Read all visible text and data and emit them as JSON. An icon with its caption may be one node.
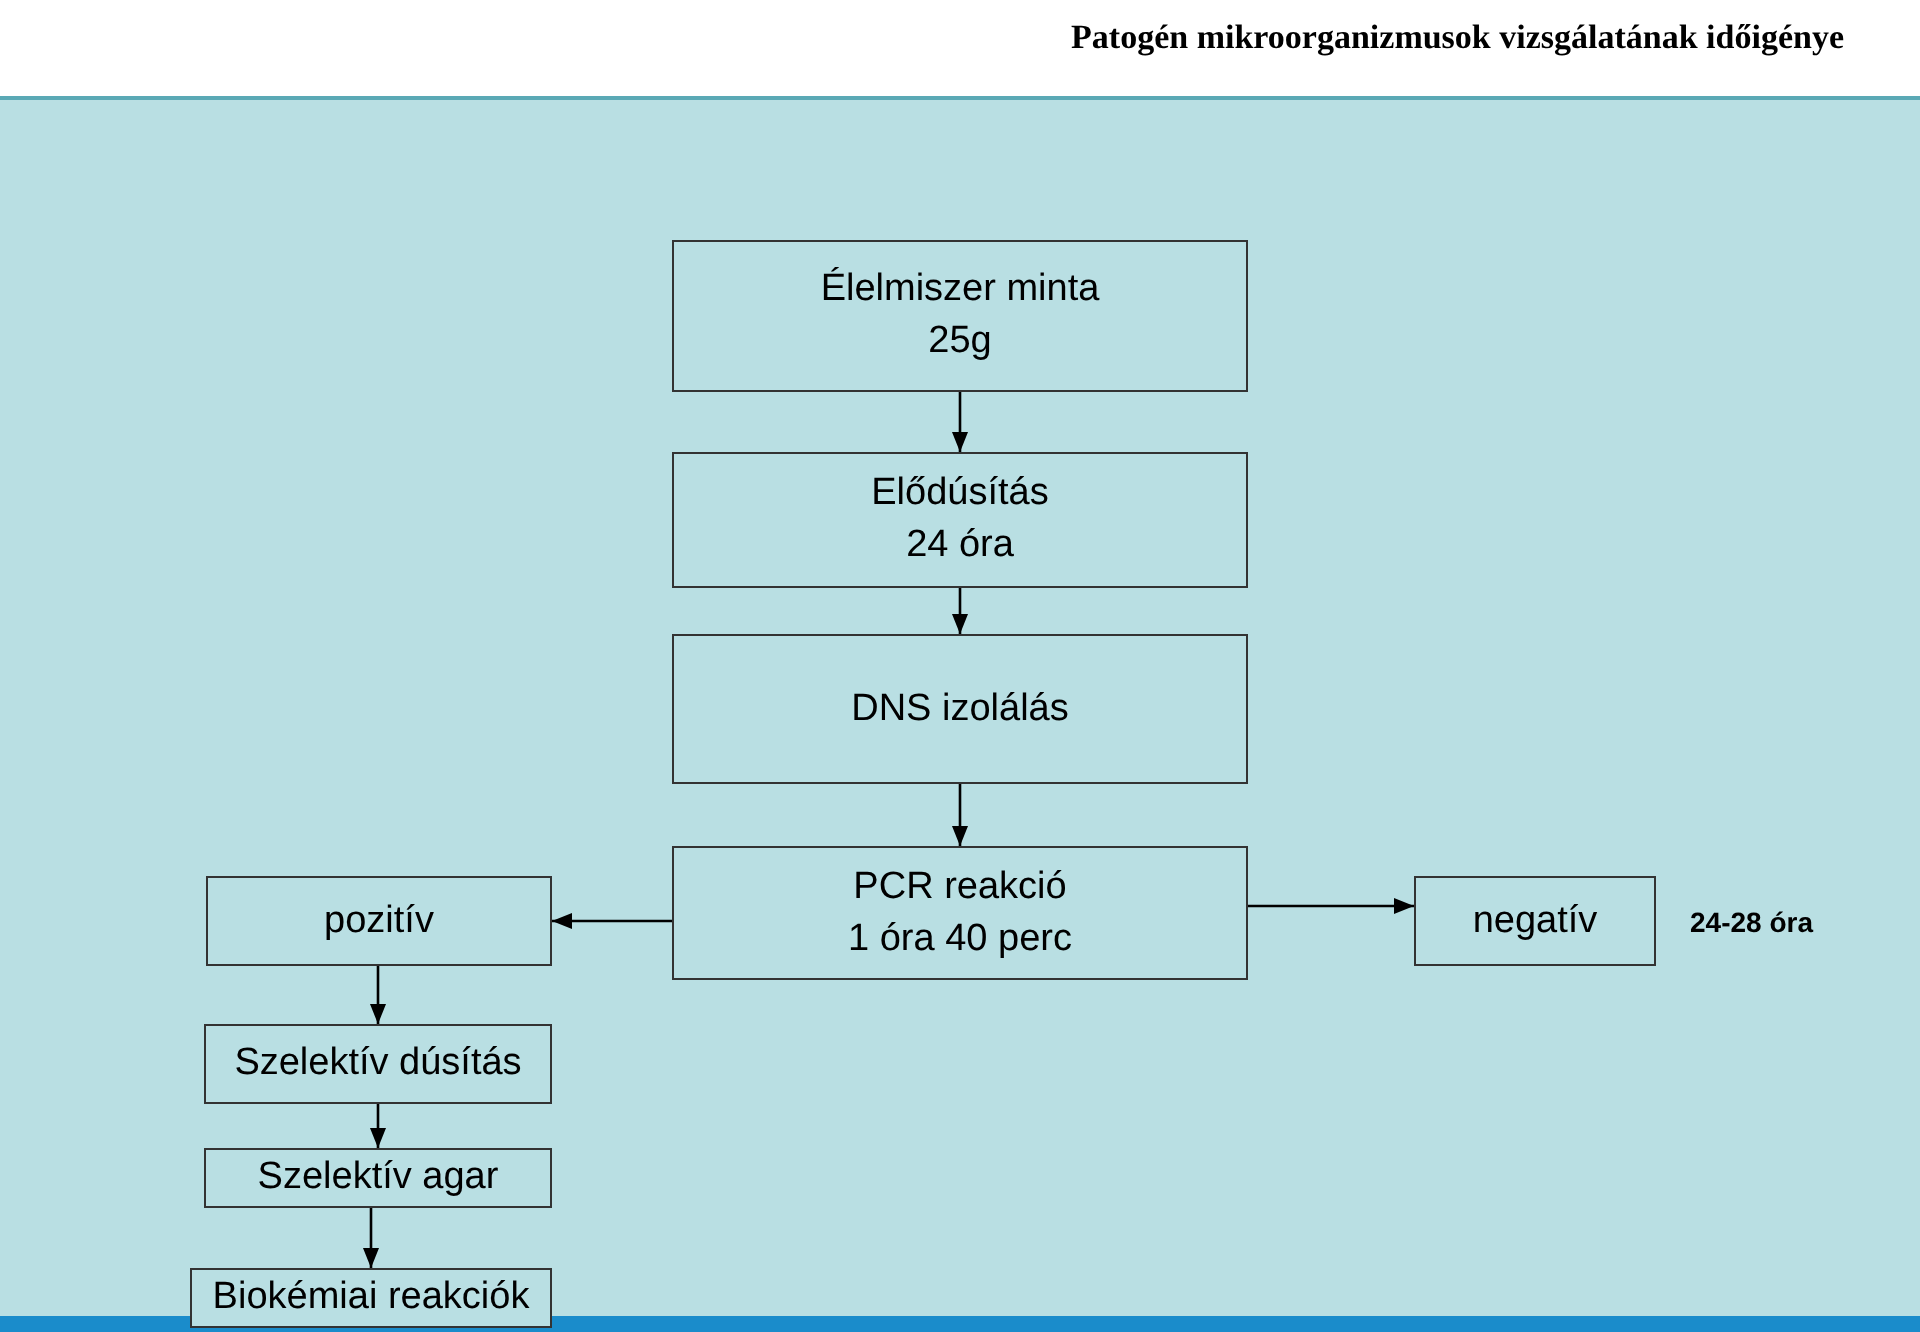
{
  "diagram": {
    "title": "Patogén mikroorganizmusok vizsgálatának időigénye",
    "nodes": [
      {
        "text": [
          "Élelmiszer minta",
          "25g"
        ]
      },
      {
        "text": [
          "Elődúsítás",
          "24 óra"
        ]
      },
      {
        "text": [
          "DNS izolálás"
        ]
      },
      {
        "text": [
          "PCR reakció",
          "1 óra 40 perc"
        ]
      },
      {
        "text": [
          "pozitív"
        ]
      },
      {
        "text": [
          "negatív"
        ],
        "beside": [
          "24-28 óra"
        ]
      },
      {
        "text": [
          "Szelektív dúsítás"
        ]
      },
      {
        "text": [
          "Szelektív agar"
        ]
      },
      {
        "text": [
          "Biokémiai reakciók"
        ]
      }
    ],
    "edges": [
      {
        "from": 0,
        "to": 1,
        "arrow": "to"
      },
      {
        "from": 1,
        "to": 2,
        "arrow": "to"
      },
      {
        "from": 2,
        "to": 3,
        "arrow": "to"
      },
      {
        "from": 3,
        "to": 4,
        "arrow": "to"
      },
      {
        "from": 3,
        "to": 5,
        "arrow": "to"
      },
      {
        "from": 4,
        "to": 6,
        "arrow": "to"
      },
      {
        "from": 6,
        "to": 7,
        "arrow": "to"
      },
      {
        "from": 7,
        "to": 8,
        "arrow": "to"
      }
    ]
  }
}
